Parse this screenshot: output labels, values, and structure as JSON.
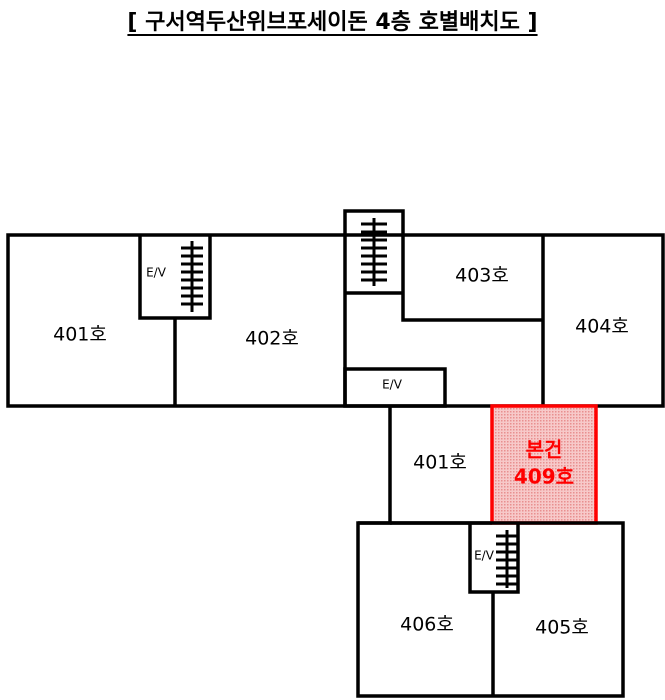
{
  "title": "[ 구서역두산위브포세이돈 4층 호별배치도 ]",
  "units": {
    "u401": "401호",
    "u402": "402호",
    "u403": "403호",
    "u404": "404호",
    "u401b": "401호",
    "u405": "405호",
    "u406": "406호"
  },
  "elevator_label": "E/V",
  "highlight": {
    "line1": "본건",
    "line2": "409호",
    "color": "#ff0000",
    "fill": "#f4b8b8"
  }
}
